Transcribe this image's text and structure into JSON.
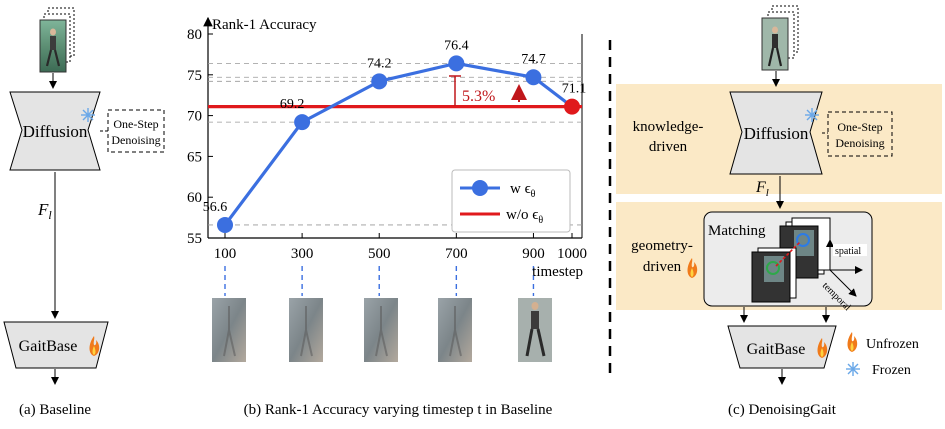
{
  "panel_a": {
    "caption": "(a) Baseline",
    "diffusion_label": "Diffusion",
    "denoise_line1": "One-Step",
    "denoise_line2": "Denoising",
    "feature_label": "F",
    "feature_sub": "l",
    "gaitbase_label": "GaitBase",
    "icons": {
      "diffusion": "snowflake-icon",
      "gaitbase": "fire-icon"
    }
  },
  "panel_b": {
    "caption": "(b) Rank-1 Accuracy varying timestep t in Baseline",
    "improvement_label": "5.3%",
    "legend": {
      "with_eps": "w  ϵ",
      "with_eps_sub": "θ",
      "without_eps": "w/o  ϵ",
      "without_eps_sub": "θ"
    }
  },
  "chart_data": {
    "type": "line",
    "ylabel": "Rank-1 Accuracy",
    "xlabel": "timestep",
    "ylim": [
      55,
      80
    ],
    "yticks": [
      55,
      60,
      65,
      70,
      75,
      80
    ],
    "x": [
      100,
      300,
      500,
      700,
      900,
      1000
    ],
    "xticklabels": [
      "100",
      "300",
      "500",
      "700",
      "900",
      "1000"
    ],
    "series": [
      {
        "name": "w ϵθ",
        "x": [
          100,
          300,
          500,
          700,
          900,
          1000
        ],
        "values": [
          56.6,
          69.2,
          74.2,
          76.4,
          74.7,
          71.1
        ],
        "color": "#3b6fe0"
      },
      {
        "name": "w/o ϵθ",
        "x": [
          100,
          1000
        ],
        "values": [
          71.1,
          71.1
        ],
        "color": "#e0191c"
      }
    ],
    "data_labels": [
      "56.6",
      "69.2",
      "74.2",
      "76.4",
      "74.7",
      "71.1"
    ],
    "grid": "dashed horizontal at data values",
    "legend_position": "bottom-right"
  },
  "panel_c": {
    "caption": "(c) DenoisingGait",
    "knowledge_line1": "knowledge-",
    "knowledge_line2": "driven",
    "geometry_line1": "geometry-",
    "geometry_line2": "driven",
    "diffusion_label": "Diffusion",
    "denoise_line1": "One-Step",
    "denoise_line2": "Denoising",
    "feature_label": "F",
    "feature_sub": "l",
    "matching_label": "Matching",
    "spatial_label": "spatial",
    "temporal_label": "temporal",
    "gaitbase_label": "GaitBase",
    "unfrozen_label": "Unfrozen",
    "frozen_label": "Frozen"
  },
  "colors": {
    "band": "#fbe9c6",
    "trapezoid": "#e4e4e4",
    "line_blue": "#3b6fe0",
    "line_red": "#e0191c",
    "text_red": "#c0171b"
  }
}
